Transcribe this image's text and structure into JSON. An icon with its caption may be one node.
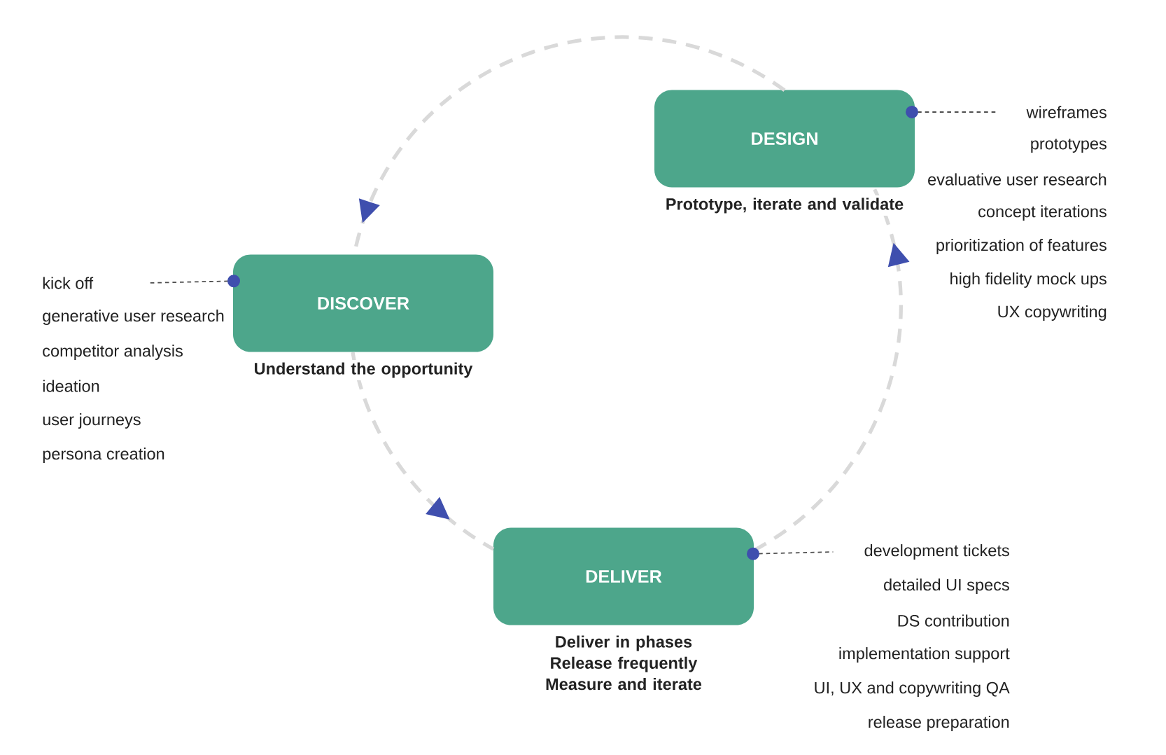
{
  "diagram": {
    "nodes": [
      {
        "text": [
          "DESIGN",
          "Prototype, iterate and validate"
        ]
      },
      {
        "text": [
          "wireframes"
        ]
      },
      {
        "text": [
          "DISCOVER",
          "Understand the opportunity"
        ]
      },
      {
        "text": [
          "kick off"
        ]
      },
      {
        "text": [
          "DELIVER",
          "Deliver in phases Release frequently Measure and iterate"
        ]
      },
      {
        "text": [
          "development tickets"
        ]
      }
    ],
    "edges": [
      {
        "from": 0,
        "to": 2,
        "arrow": "to",
        "style": "dashed",
        "color": "#d9d9d9"
      },
      {
        "from": 2,
        "to": 4,
        "arrow": "to",
        "style": "dashed",
        "color": "#d9d9d9"
      },
      {
        "from": 4,
        "to": 0,
        "arrow": "to",
        "style": "dashed",
        "color": "#d9d9d9"
      },
      {
        "from": 0,
        "to": 1,
        "arrow": "other",
        "style": "dashed",
        "color": "#4e4e4e"
      },
      {
        "from": 2,
        "to": 3,
        "arrow": "other",
        "style": "dashed",
        "color": "#4e4e4e"
      },
      {
        "from": 4,
        "to": 5,
        "arrow": "other",
        "style": "dashed",
        "color": "#4e4e4e"
      }
    ],
    "labels": [
      "prototypes",
      "evaluative user research",
      "concept iterations",
      "prioritization of features",
      "high fidelity mock ups",
      "UX copywriting",
      "generative user research",
      "competitor analysis",
      "ideation",
      "user journeys",
      "persona creation",
      "detailed UI specs",
      "DS contribution",
      "implementation support",
      "UI, UX and copywriting QA",
      "release preparation"
    ]
  }
}
